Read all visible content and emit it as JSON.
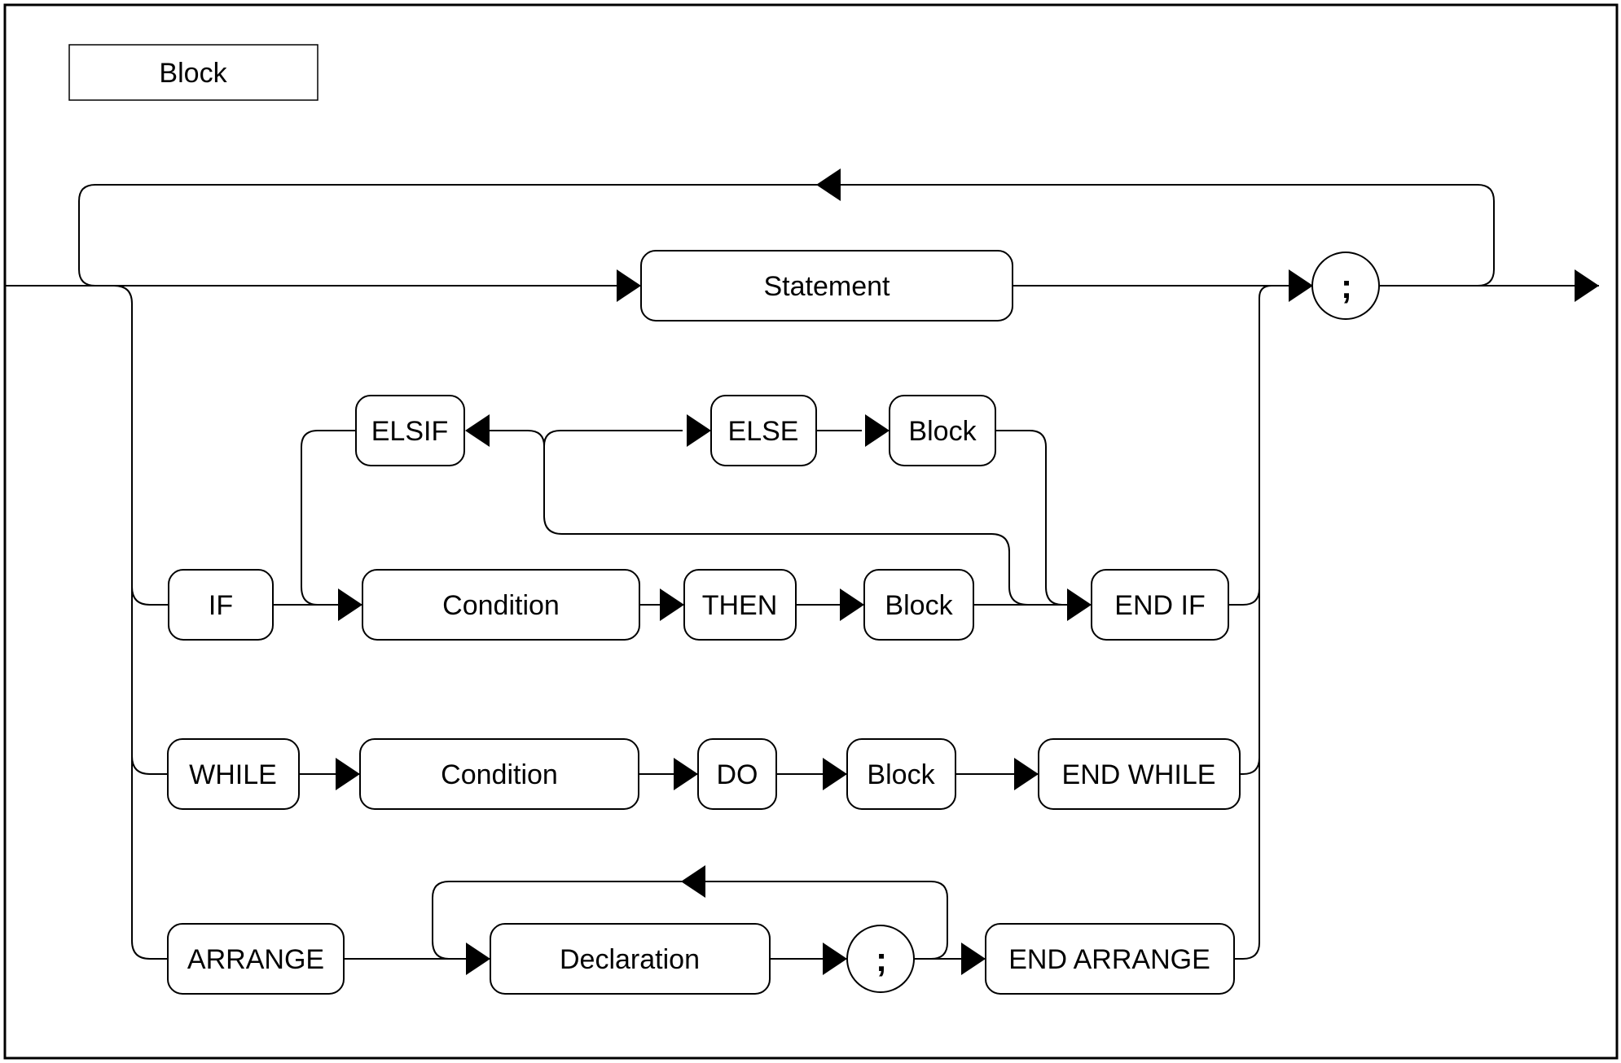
{
  "diagram": {
    "type": "railroad-syntax-diagram",
    "title": "Block",
    "nodes": {
      "statement": "Statement",
      "semicolon": ";",
      "if": "IF",
      "condition": "Condition",
      "then": "THEN",
      "block": "Block",
      "elsif": "ELSIF",
      "else": "ELSE",
      "end_if": "END IF",
      "while": "WHILE",
      "do": "DO",
      "end_while": "END WHILE",
      "arrange": "ARRANGE",
      "declaration": "Declaration",
      "end_arrange": "END ARRANGE"
    },
    "colors": {
      "line": "#000000",
      "box_fill": "#ffffff",
      "background": "#ffffff",
      "text": "#000000"
    }
  }
}
